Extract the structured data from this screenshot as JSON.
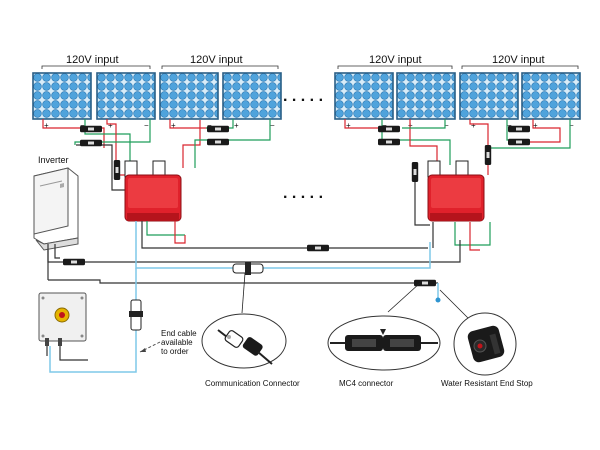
{
  "labels": {
    "group_inputs": [
      "120V input",
      "120V input",
      "120V input",
      "120V input"
    ],
    "ellipsis": ". . . . .",
    "inverter": "Inverter",
    "end_cable": [
      "End cable",
      "available",
      "to order"
    ],
    "communication_connector": "Communication Connector",
    "mc4_connector": "MC4 connector",
    "water_resistant_end_stop": "Water Resistant End Stop",
    "panel_plus": "+",
    "panel_minus": "−"
  },
  "icons": {
    "solar_panel": "solar-panel-icon",
    "micro_inverter": "micro-inverter-icon",
    "inverter": "inverter-icon",
    "junction_box": "junction-box-icon",
    "mc4_connector": "mc4-connector-icon",
    "communication_connector": "communication-connector-icon",
    "end_stop": "end-stop-icon"
  },
  "colors": {
    "panel_cell": "#4fa3dc",
    "panel_frame": "#2a5f86",
    "micro_inverter": "#e0212b",
    "wire_red": "#d9252e",
    "wire_green": "#1f9e5a",
    "wire_dc": "#333333",
    "wire_comm": "#7fc8e8"
  }
}
